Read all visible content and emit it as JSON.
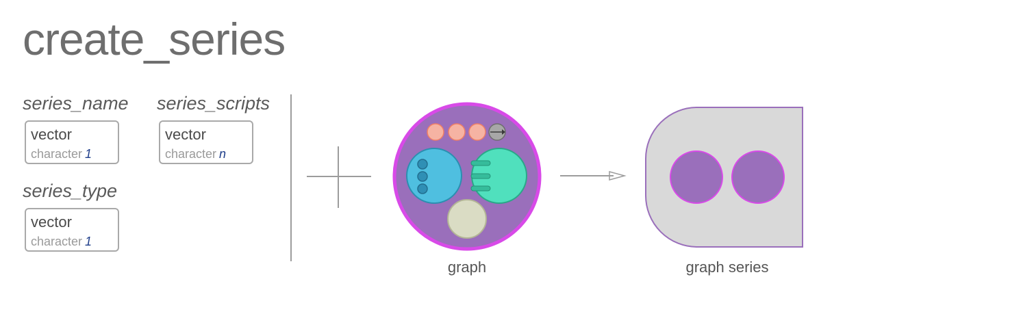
{
  "title": "create_series",
  "arguments": [
    {
      "name": "series_name",
      "kind": "vector",
      "type": "character",
      "count": "1"
    },
    {
      "name": "series_scripts",
      "kind": "vector",
      "type": "character",
      "count": "n"
    },
    {
      "name": "series_type",
      "kind": "vector",
      "type": "character",
      "count": "1"
    }
  ],
  "operator": "plus",
  "input": {
    "label": "graph"
  },
  "output": {
    "label": "graph series"
  },
  "colors": {
    "graph_fill": "#9a6fbb",
    "graph_border": "#d84ae8",
    "nodes_circle": "#4fbfe0",
    "edges_circle": "#50e0bd",
    "attr_circle": "#dadcc4",
    "series_fill": "#d9d9d9",
    "series_border": "#9a6fbb",
    "node_dots": "#f6b3a3"
  }
}
